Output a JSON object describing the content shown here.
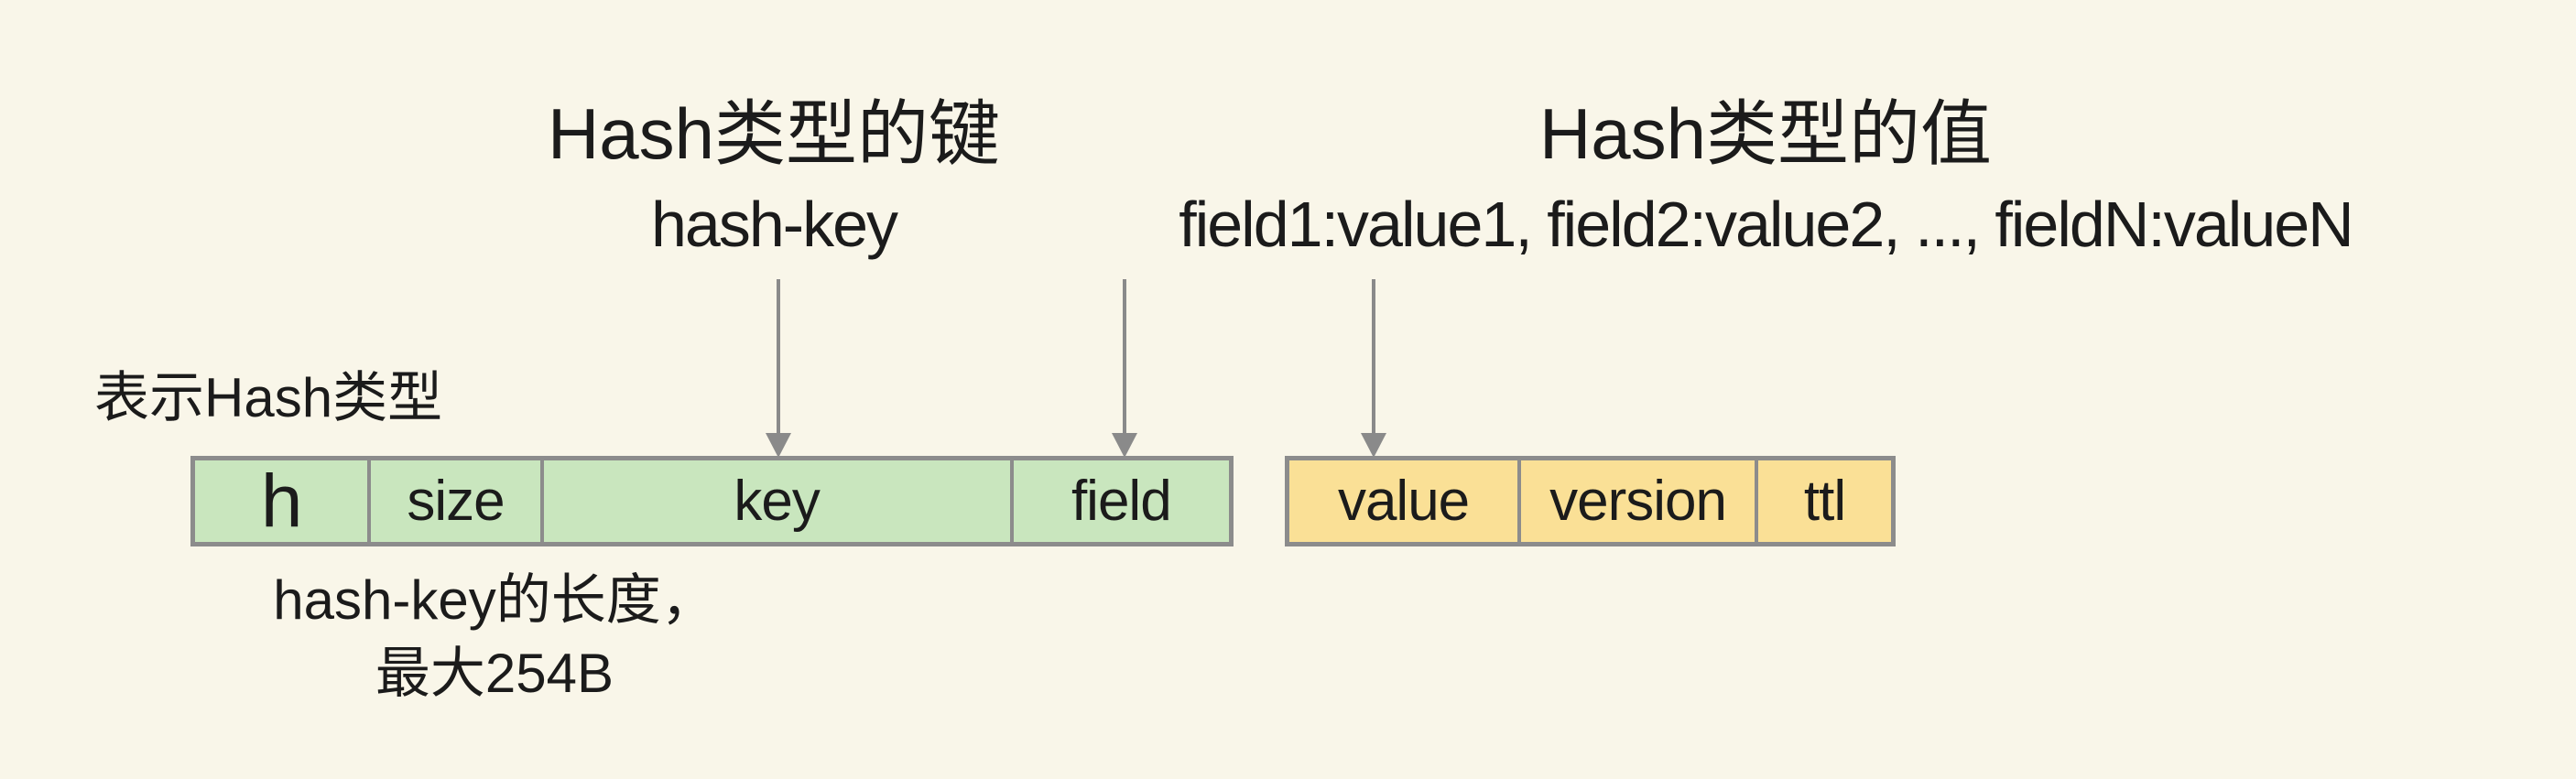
{
  "colors": {
    "background": "#F9F6E9",
    "key_box_fill": "#C9E6BE",
    "value_box_fill": "#FAE096",
    "box_border": "#8C8C8C",
    "arrow": "#8A8A8A",
    "text": "#1B1B1B"
  },
  "key_annotation": {
    "title": "Hash类型的键",
    "subtitle": "hash-key"
  },
  "value_annotation": {
    "title": "Hash类型的值",
    "subtitle": "field1:value1, field2:value2, ..., fieldN:valueN"
  },
  "type_label": "表示Hash类型",
  "length_note": {
    "line1": "hash-key的长度，",
    "line2": "最大254B"
  },
  "key_struct": {
    "cells": [
      "h",
      "size",
      "key",
      "field"
    ]
  },
  "value_struct": {
    "cells": [
      "value",
      "version",
      "ttl"
    ]
  }
}
